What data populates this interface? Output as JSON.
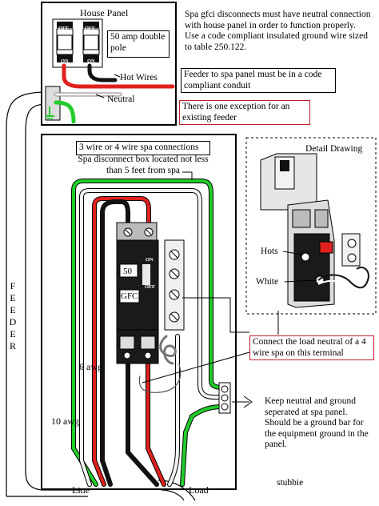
{
  "house_panel": {
    "title": "House Panel",
    "breaker_off_left": "OFF",
    "breaker_off_right": "OFF",
    "breaker_on_left": "ON",
    "breaker_on_right": "ON",
    "rating": "50 amp double pole",
    "hot_wires": "Hot Wires",
    "neutral": "Neutral"
  },
  "notes": {
    "gfci_neutral": "Spa gfci disconnects must have neutral connection with house panel in order to function properly. Use a code compliant insulated ground wire sized to table 250.122.",
    "feeder_conduit": "Feeder to spa panel must be in a code compliant conduit",
    "exception": "There is one exception for an existing feeder",
    "spa_connections": "3 wire or 4 wire spa connections",
    "disconnect_distance": "Spa disconnect box  located not less than 5 feet from spa",
    "load_neutral": "Connect the load neutral of a 4 wire spa on this terminal",
    "keep_separated": "Keep neutral and ground seperated at spa panel. Should be a ground bar for the equipment ground in the panel."
  },
  "spa_panel": {
    "breaker_rating": "50",
    "breaker_on": "ON",
    "breaker_off": "OFF",
    "gfci": "GFCI",
    "wire_6awg": "6 awg",
    "wire_10awg": "10 awg",
    "line": "Line",
    "load": "Load"
  },
  "detail": {
    "title": "Detail Drawing",
    "hots": "Hots",
    "white": "White"
  },
  "feeder_label": "FEEDER",
  "signature": "stubbie",
  "colors": {
    "hot_red": "#e0201c",
    "hot_black": "#111111",
    "neutral_white": "#f4f4f4",
    "ground_green": "#22cc2a",
    "note_red": "#c0202a"
  }
}
